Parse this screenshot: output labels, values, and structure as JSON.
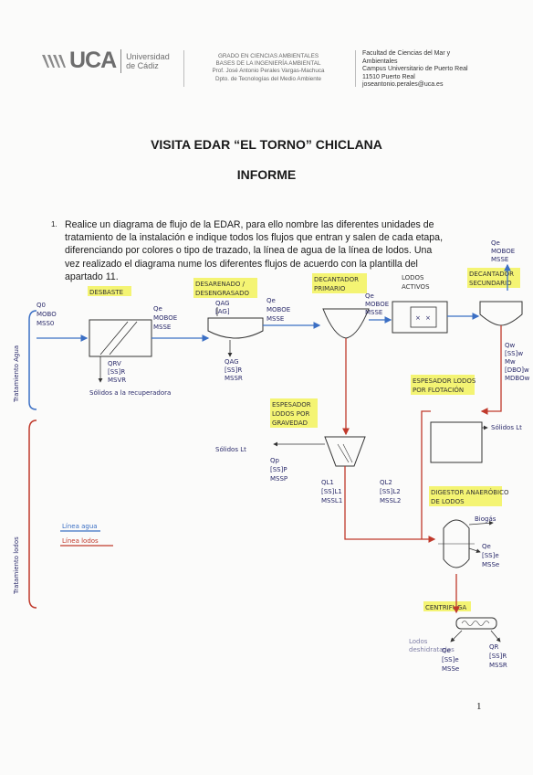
{
  "header": {
    "logo_text": "UCA",
    "university": [
      "Universidad",
      "de Cádiz"
    ],
    "center_lines": [
      "GRADO EN CIENCIAS AMBIENTALES",
      "BASES DE LA INGENIERÍA AMBIENTAL",
      "Prof. José Antonio Perales Vargas-Machuca",
      "Dpto. de Tecnologías del Medio Ambiente"
    ],
    "right_lines": [
      "Facultad de Ciencias del Mar y",
      "Ambientales",
      "Campus Universitario de Puerto Real",
      "11510 Puerto Real",
      "joseantonio.perales@uca.es"
    ]
  },
  "title": "VISITA EDAR “EL TORNO” CHICLANA",
  "subtitle": "INFORME",
  "question": {
    "number": "1.",
    "text": "Realice un diagrama de flujo de la EDAR, para ello nombre las diferentes unidades de tratamiento de la instalación e indique todos los flujos que entran y salen de cada etapa, diferenciando por colores o tipo de trazado, la línea de agua de la línea de lodos. Una vez realizado el diagrama nume los diferentes flujos de acuerdo con la plantilla del apartado 11."
  },
  "diagram": {
    "colors": {
      "water_line": "#3b6fc4",
      "sludge_line": "#c0392b",
      "highlight": "#f2f25a",
      "ink": "#2a2a6a"
    },
    "side_labels": {
      "water": "Tratamiento Agua",
      "sludge": "Tratamiento lodos"
    },
    "legend": {
      "water": "Línea agua",
      "sludge": "Línea lodos"
    },
    "units": {
      "desbaste": "DESBASTE",
      "desarenado": [
        "DESARENADO /",
        "DESENGRASADO"
      ],
      "decantador_primario": [
        "DECANTADOR",
        "PRIMARIO"
      ],
      "lodos_activos": [
        "LODOS",
        "ACTIVOS"
      ],
      "decantador_secundario": [
        "DECANTADOR",
        "SECUNDARIO"
      ],
      "espesador_gravedad": [
        "ESPESADOR",
        "LODOS POR",
        "GRAVEDAD"
      ],
      "espesador_flotacion": [
        "ESPESADOR LODOS",
        "POR FLOTACIÓN"
      ],
      "digestor": [
        "DIGESTOR ANAERÓBICO",
        "DE LODOS"
      ],
      "centrifuga": "CENTRIFUGA"
    },
    "flows": {
      "q0": [
        "Q0",
        "MOBO",
        "MSS0"
      ],
      "qe1": [
        "Qe",
        "MOBOE",
        "MSSE"
      ],
      "qe2": [
        "Qe",
        "MOBOE",
        "MSSE"
      ],
      "qe3": [
        "Qe",
        "MOBOE",
        "MSSE"
      ],
      "qe_out": [
        "Qe",
        "MOBOE",
        "MSSE"
      ],
      "desbaste_out": [
        "QRV",
        "[SS]R",
        "MSVR"
      ],
      "desarenado_out": [
        "QAG",
        "[SS]R",
        "MSSR"
      ],
      "desarenado_top": [
        "QAG",
        "[AG]"
      ],
      "purga": [
        "Qw",
        "[SS]w",
        "Mw",
        "[DBO]w",
        "MDBOw"
      ],
      "qp": [
        "Qp",
        "[SS]P",
        "MSSP"
      ],
      "ql1": [
        "QL1",
        "[SS]L1",
        "MSSL1"
      ],
      "ql2": [
        "QL2",
        "[SS]L2",
        "MSSL2"
      ],
      "digestor_out": [
        "Qe",
        "[SS]e",
        "MSSe"
      ],
      "cent_left": [
        "Qe",
        "[SS]e",
        "MSSe"
      ],
      "cent_right": [
        "QR",
        "[SS]R",
        "MSSR"
      ]
    },
    "notes": {
      "solidos_desbaste": "Sólidos a la recuperadora",
      "solidos_lt": "Sólidos Lt",
      "solidos_flot": "Sólidos Lt",
      "biogas": "Biogás",
      "lodos_deshidratados": [
        "Lodos",
        "deshidratados"
      ]
    }
  },
  "page_number": "1"
}
